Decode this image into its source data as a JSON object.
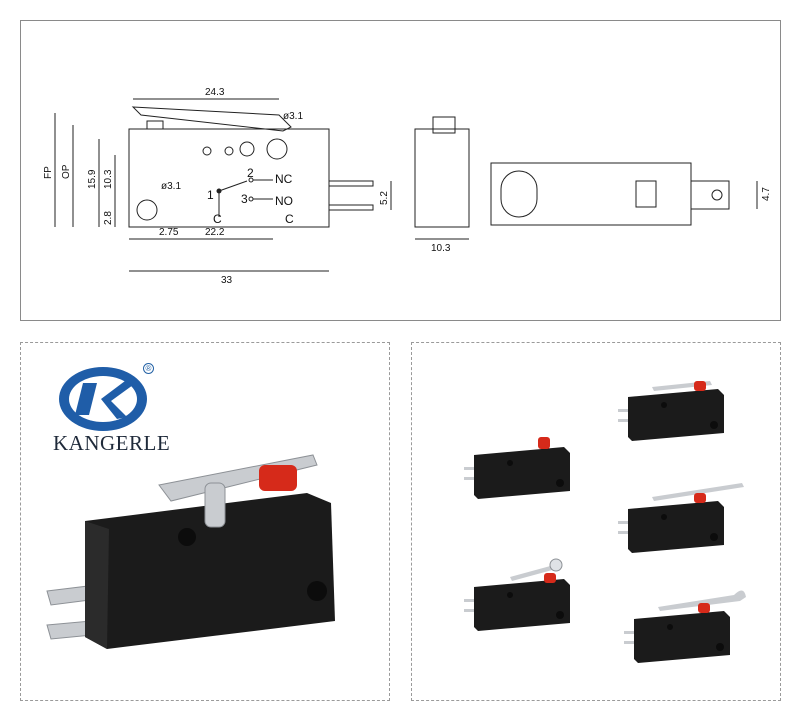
{
  "drawing": {
    "dimensions": {
      "overall_width": "33",
      "lever_length": "24.3",
      "mount_to_mount": "22.2",
      "hole_offset": "2.75",
      "hole_dia_top": "ø3.1",
      "hole_dia_bottom": "ø3.1",
      "fp": "FP",
      "op": "OP",
      "height_15_9": "15.9",
      "height_10_3": "10.3",
      "height_2_8": "2.8",
      "terminal_pitch": "5.2",
      "body_thickness": "10.3",
      "terminal_width": "4.7"
    },
    "terminals": {
      "t1": "1",
      "t2": "2",
      "t3": "3",
      "nc": "NC",
      "no": "NO",
      "c_left": "C",
      "c_right": "C"
    }
  },
  "brand": {
    "name": "KANGERLE",
    "registered": "®",
    "logo_colors": {
      "outer": "#1f5da8",
      "inner": "#ffffff"
    }
  },
  "colors": {
    "switch_body": "#1b1b1b",
    "actuator": "#d62a1a",
    "metal": "#c9ccd0",
    "line": "#222222"
  },
  "variants": [
    {
      "name": "pin plunger"
    },
    {
      "name": "short hinge lever"
    },
    {
      "name": "roller lever"
    },
    {
      "name": "long hinge lever"
    },
    {
      "name": "simulated roller lever"
    }
  ]
}
